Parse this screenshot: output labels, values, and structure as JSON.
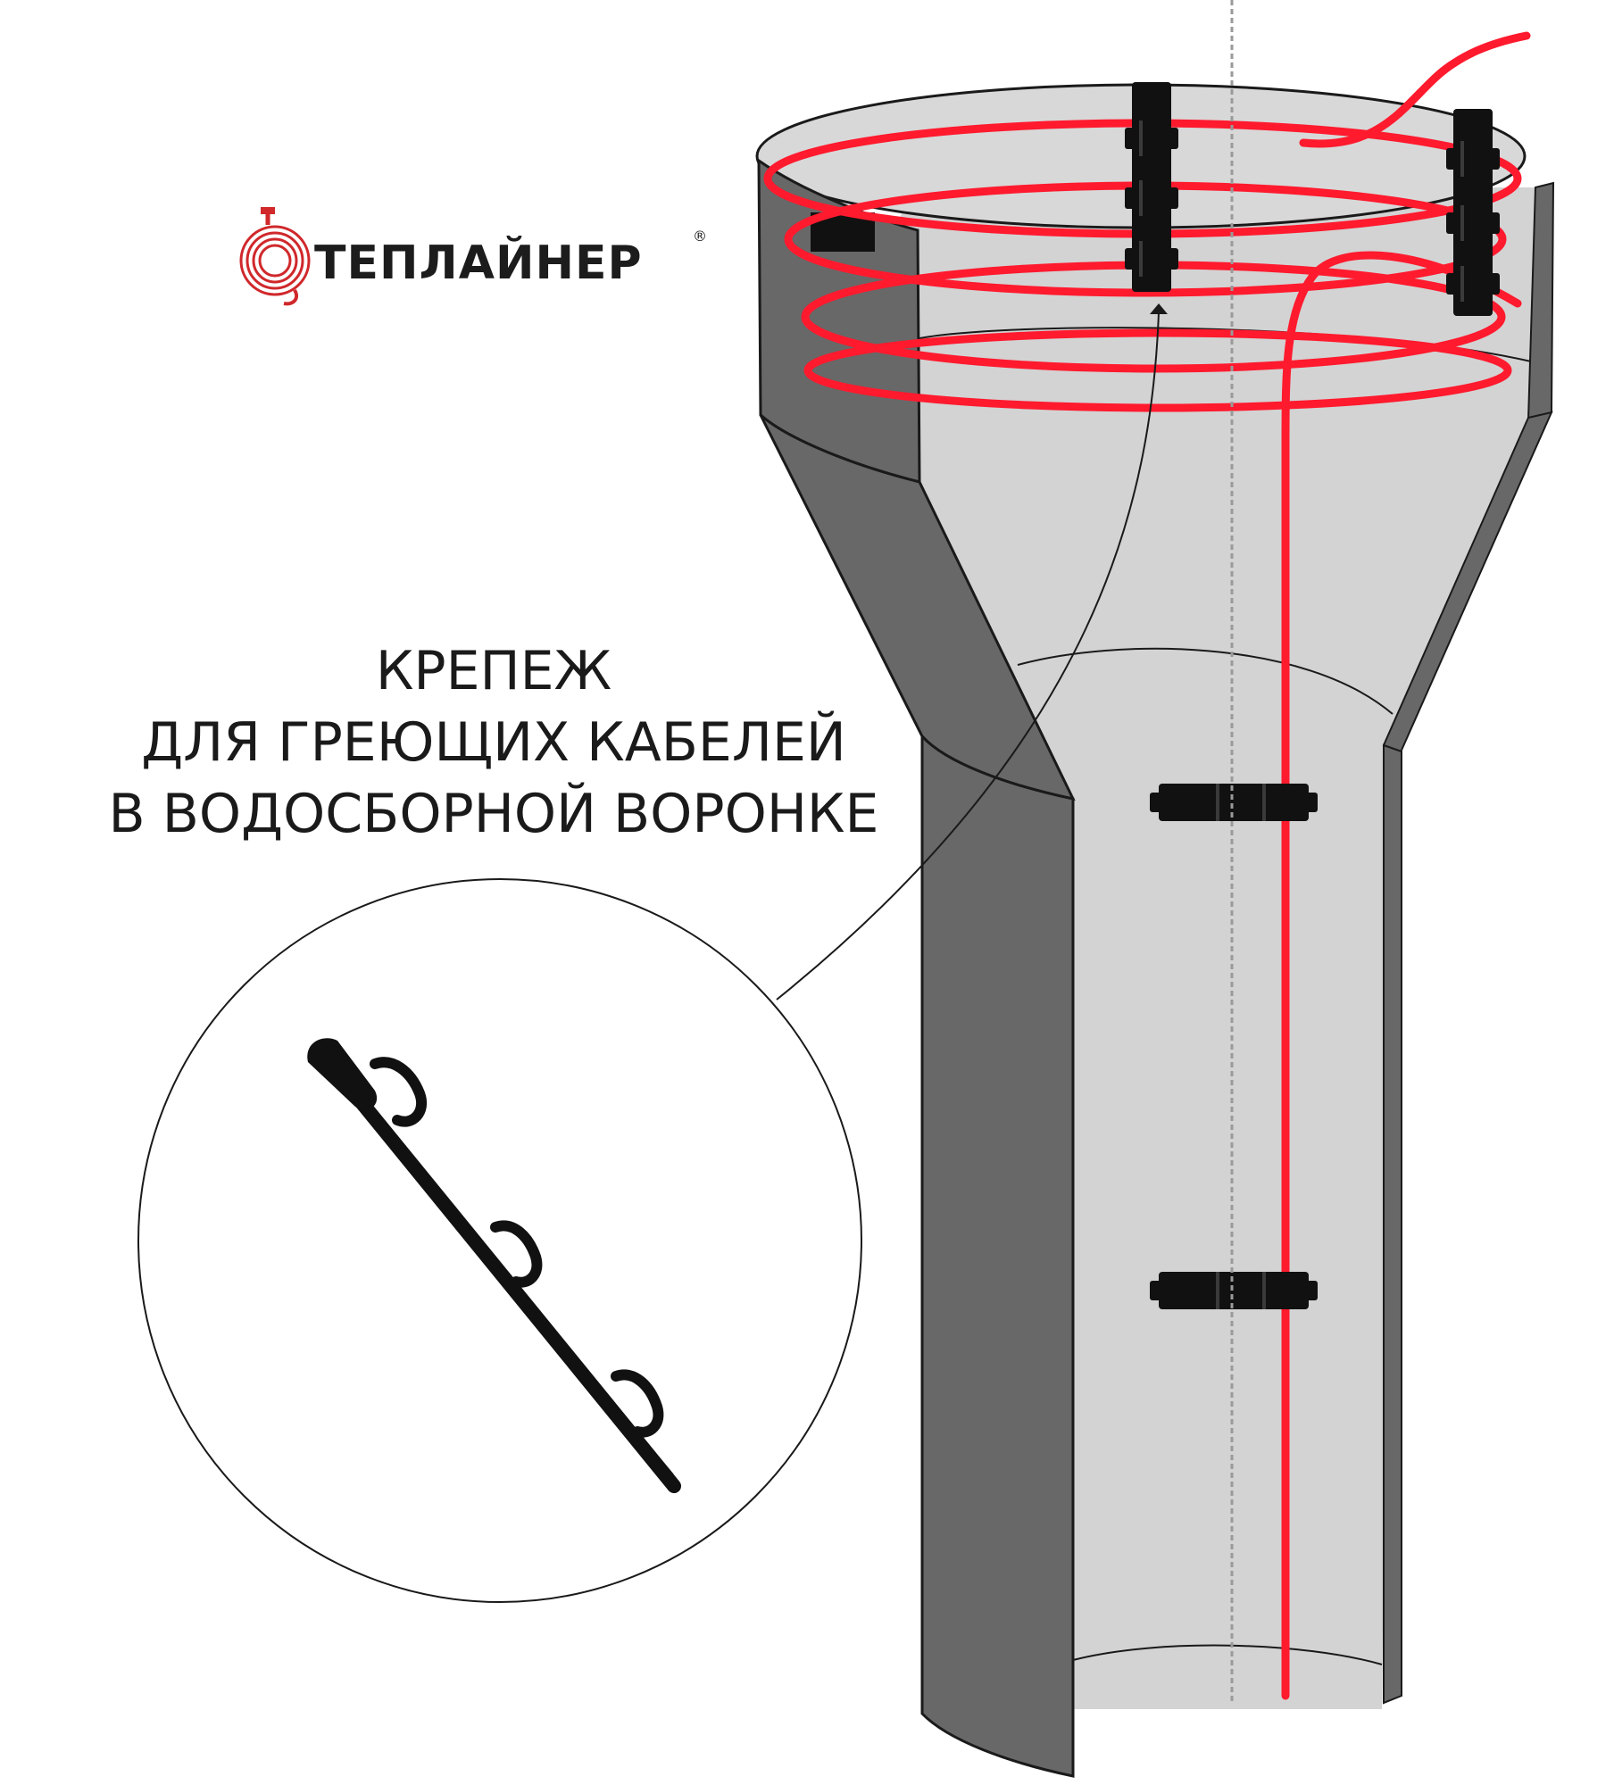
{
  "brand": {
    "name": "ТЕПЛАЙНЕР",
    "registered_mark": "®"
  },
  "caption": {
    "line1": "КРЕПЕЖ",
    "line2": "ДЛЯ ГРЕЮЩИХ КАБЕЛЕЙ",
    "line3": "В ВОДОСБОРНОЙ ВОРОНКЕ"
  },
  "colors": {
    "cable": "#ff1a2e",
    "pipe_dark": "#686868",
    "pipe_inner": "#d3d3d3",
    "clip": "#111111",
    "logo_red": "#d0282b",
    "logo_text": "#1c1c1c"
  },
  "icons": {
    "logo": "coiled-cable-plug-icon",
    "fastener": "mounting-tape-clip-icon"
  }
}
